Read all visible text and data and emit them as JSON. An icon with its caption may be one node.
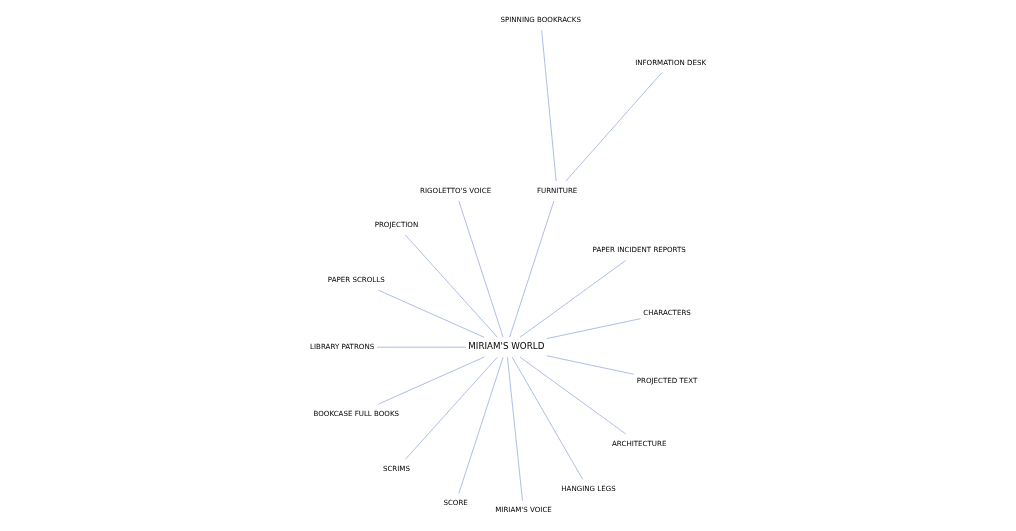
{
  "diagram": {
    "nodes": [
      {
        "text": [
          "INFORMATION DESK"
        ]
      },
      {
        "text": [
          "SPINNING BOOKRACKS"
        ]
      },
      {
        "text": [
          "CHARACTERS"
        ]
      },
      {
        "text": [
          "PAPER INCIDENT REPORTS"
        ]
      },
      {
        "text": [
          "FURNITURE"
        ]
      },
      {
        "text": [
          "RIGOLETTO'S VOICE"
        ]
      },
      {
        "text": [
          "PROJECTION"
        ]
      },
      {
        "text": [
          "PAPER SCROLLS"
        ]
      },
      {
        "text": [
          "LIBRARY PATRONS"
        ]
      },
      {
        "text": [
          "MIRIAM'S WORLD"
        ]
      },
      {
        "text": [
          "BOOKCASE FULL BOOKS"
        ]
      },
      {
        "text": [
          "SCRIMS"
        ]
      },
      {
        "text": [
          "SCORE"
        ]
      },
      {
        "text": [
          "MIRIAM'S VOICE"
        ]
      },
      {
        "text": [
          "HANGING LEGS"
        ]
      },
      {
        "text": [
          "ARCHITECTURE"
        ]
      },
      {
        "text": [
          "PROJECTED TEXT"
        ]
      }
    ],
    "edges": [
      {
        "from": 4,
        "to": 0,
        "arrow": "none"
      },
      {
        "from": 4,
        "to": 1,
        "arrow": "none"
      },
      {
        "from": 9,
        "to": 4,
        "arrow": "none"
      },
      {
        "from": 9,
        "to": 2,
        "arrow": "none"
      },
      {
        "from": 9,
        "to": 3,
        "arrow": "none"
      },
      {
        "from": 9,
        "to": 5,
        "arrow": "none"
      },
      {
        "from": 9,
        "to": 6,
        "arrow": "none"
      },
      {
        "from": 9,
        "to": 7,
        "arrow": "none"
      },
      {
        "from": 9,
        "to": 8,
        "arrow": "none"
      },
      {
        "from": 9,
        "to": 10,
        "arrow": "none"
      },
      {
        "from": 9,
        "to": 11,
        "arrow": "none"
      },
      {
        "from": 9,
        "to": 12,
        "arrow": "none"
      },
      {
        "from": 9,
        "to": 13,
        "arrow": "none"
      },
      {
        "from": 9,
        "to": 14,
        "arrow": "none"
      },
      {
        "from": 9,
        "to": 15,
        "arrow": "none"
      },
      {
        "from": 9,
        "to": 16,
        "arrow": "none"
      }
    ]
  }
}
